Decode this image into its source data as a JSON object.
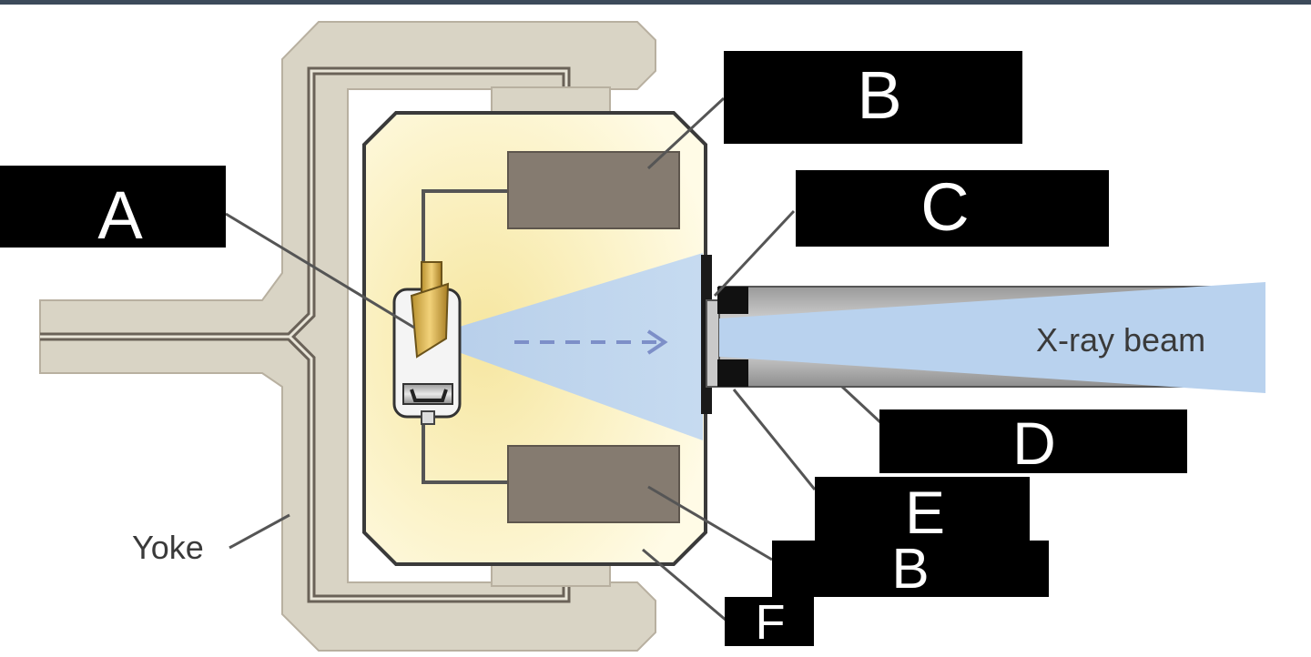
{
  "labels": {
    "a": "A",
    "b_top": "B",
    "c": "C",
    "d": "D",
    "e": "E",
    "b_bottom": "B",
    "f": "F"
  },
  "annotations": {
    "beam": "X-ray beam",
    "yoke": "Yoke"
  },
  "colors": {
    "yoke": "#d9d4c5",
    "housing_glow": "#f9efb0",
    "transformer": "#857b70",
    "beam": "#b9d2ee",
    "label_box": "#000000",
    "label_text": "#ffffff"
  }
}
